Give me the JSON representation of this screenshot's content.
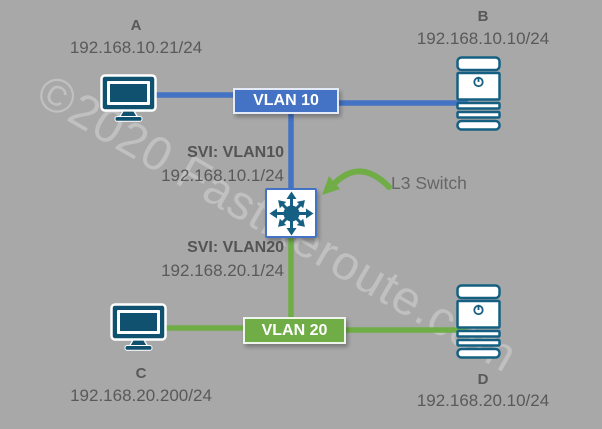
{
  "colors": {
    "background": "#A8A8A8",
    "vlan10_blue": "#4472C4",
    "vlan20_green": "#70AD47",
    "device_teal": "#156082",
    "monitor_navy": "#0F516F",
    "label_gray": "#595959"
  },
  "watermark": {
    "text": "©2020 FastReroute.com"
  },
  "hosts": {
    "a": {
      "name": "A",
      "ip": "192.168.10.21/24"
    },
    "b": {
      "name": "B",
      "ip": "192.168.10.10/24"
    },
    "c": {
      "name": "C",
      "ip": "192.168.20.200/24"
    },
    "d": {
      "name": "D",
      "ip": "192.168.20.10/24"
    }
  },
  "vlans": {
    "vlan10": {
      "label": "VLAN 10"
    },
    "vlan20": {
      "label": "VLAN 20"
    }
  },
  "l3switch": {
    "callout": "L3 Switch",
    "svi10": {
      "label": "SVI: VLAN10",
      "ip": "192.168.10.1/24"
    },
    "svi20": {
      "label": "SVI: VLAN20",
      "ip": "192.168.20.1/24"
    }
  }
}
